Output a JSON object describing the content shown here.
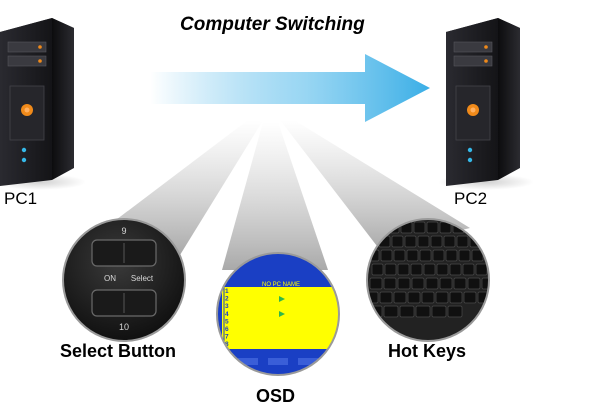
{
  "title": "Computer Switching",
  "pcs": [
    {
      "label": "PC1"
    },
    {
      "label": "PC2"
    }
  ],
  "methods": [
    {
      "label": "Select Button"
    },
    {
      "label": "OSD"
    },
    {
      "label": "Hot Keys"
    }
  ],
  "select_button": {
    "top_number": "9",
    "bottom_number": "10",
    "on_text": "ON",
    "select_text": "Select"
  },
  "osd_screen": {
    "header": "NO  PC  NAME",
    "rows": [
      "1",
      "2",
      "3",
      "4",
      "5",
      "6",
      "7",
      "8"
    ]
  },
  "colors": {
    "arrow": "#3aaee6",
    "osd_blue": "#1a3fc4",
    "osd_yellow": "#ffff00",
    "tower": "#1e1e22",
    "led": "#f08a1a"
  }
}
